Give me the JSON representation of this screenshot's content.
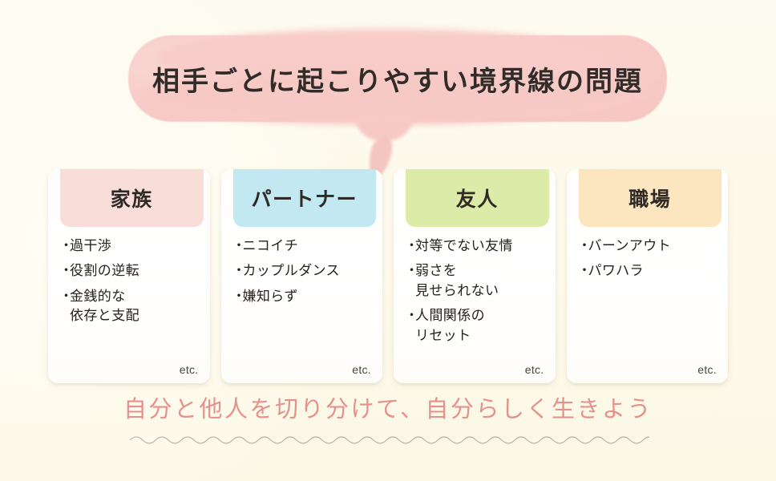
{
  "title": {
    "text": "相手ごとに起こりやすい境界線の問題"
  },
  "colors": {
    "background": "#fdfaeb",
    "bubble": "#f7c9c5",
    "footer_text": "#e5928d",
    "card_family_header": "#f8ddd8",
    "card_partner_header": "#c2e8f2",
    "card_friend_header": "#ddeba8",
    "card_work_header": "#fce6c0"
  },
  "cards": [
    {
      "title": "家族",
      "header_color": "#f8ddd8",
      "etc": "etc.",
      "bullet": "・",
      "items": [
        [
          "過干渉"
        ],
        [
          "役割の逆転"
        ],
        [
          "金銭的な",
          "依存と支配"
        ]
      ]
    },
    {
      "title": "パートナー",
      "header_color": "#c2e8f2",
      "etc": "etc.",
      "bullet": "・",
      "items": [
        [
          "ニコイチ"
        ],
        [
          "カップルダンス"
        ],
        [
          "嫌知らず"
        ]
      ]
    },
    {
      "title": "友人",
      "header_color": "#ddeba8",
      "etc": "etc.",
      "bullet": "・",
      "items": [
        [
          "対等でない友情"
        ],
        [
          "弱さを",
          "見せられない"
        ],
        [
          "人間関係の",
          "リセット"
        ]
      ]
    },
    {
      "title": "職場",
      "header_color": "#fce6c0",
      "etc": "etc.",
      "bullet": "・",
      "items": [
        [
          "バーンアウト"
        ],
        [
          "パワハラ"
        ]
      ]
    }
  ],
  "footer": {
    "text": "自分と他人を切り分けて、自分らしく生きよう"
  }
}
